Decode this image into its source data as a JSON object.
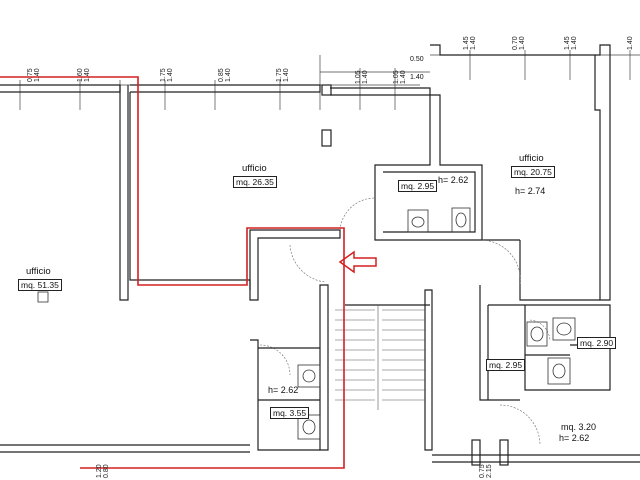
{
  "plan": {
    "rooms": [
      {
        "id": "office_left",
        "name": "ufficio",
        "area": "mq. 51.35"
      },
      {
        "id": "office_center",
        "name": "ufficio",
        "area": "mq. 26.35"
      },
      {
        "id": "office_right",
        "name": "ufficio",
        "area": "mq. 20.75",
        "height": "h= 2.74"
      }
    ],
    "wc_labels": {
      "upper_center_area": "mq. 2.95",
      "upper_center_height": "h= 2.62",
      "lower_left_height": "h= 2.62",
      "lower_left_area": "mq. 3.55",
      "right_wc1_area": "mq. 2.90",
      "right_wc2_area": "mq. 2.95",
      "right_bottom_area": "mq. 3.20",
      "right_bottom_height": "h= 2.62"
    },
    "top_dimensions": [
      {
        "a": "0.75",
        "b": "1.40"
      },
      {
        "a": "1.60",
        "b": "1.40"
      },
      {
        "a": "1.75",
        "b": "1.40"
      },
      {
        "a": "0.85",
        "b": "1.40"
      },
      {
        "a": "1.75",
        "b": "1.40"
      },
      {
        "a": "1.05",
        "b": "1.40"
      },
      {
        "a": "1.05",
        "b": "1.40"
      },
      {
        "a": "1.45",
        "b": "1.40"
      },
      {
        "a": "0.70",
        "b": "1.40"
      },
      {
        "a": "1.45",
        "b": "1.40"
      },
      {
        "a": "1.40",
        "b": ""
      }
    ],
    "top_horizontal_dims": {
      "a": "0.50",
      "b": "1.40"
    },
    "bottom_dimensions": [
      {
        "a": "1.20",
        "b": "0.80"
      },
      {
        "a": "0.75",
        "b": "2.15"
      }
    ],
    "colors": {
      "wall": "#222222",
      "highlight": "#d42020",
      "arrow": "#d42020",
      "dim_line": "#444444"
    }
  }
}
